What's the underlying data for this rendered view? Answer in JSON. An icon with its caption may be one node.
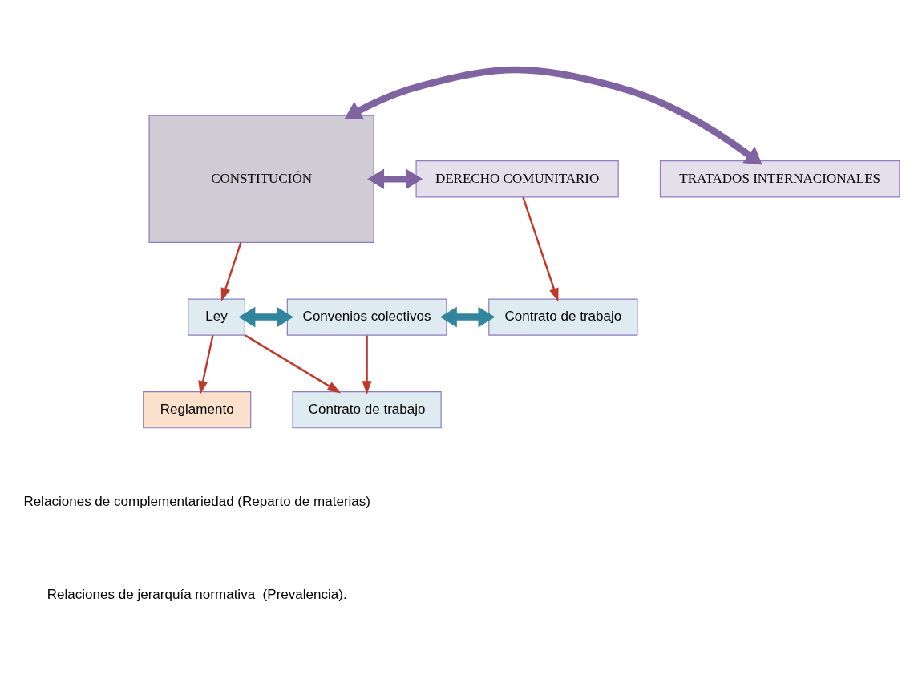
{
  "diagram": {
    "nodes": [
      {
        "text": [
          "CONSTITUCIÓN"
        ]
      },
      {
        "text": [
          "TRATADOS INTERNACIONALES"
        ]
      },
      {
        "text": [
          "DERECHO COMUNITARIO"
        ]
      },
      {
        "text": [
          "Ley"
        ]
      },
      {
        "text": [
          "Convenios colectivos"
        ]
      },
      {
        "text": [
          "Contrato de trabajo"
        ]
      },
      {
        "text": [
          "Reglamento"
        ]
      },
      {
        "text": [
          "Contrato de trabajo"
        ]
      }
    ],
    "edges": [
      {
        "from": 0,
        "to": 1,
        "arrow": "both",
        "style": "thick",
        "color": "#8064a2"
      },
      {
        "from": 0,
        "to": 2,
        "arrow": "both",
        "style": "thick",
        "color": "#8064a2"
      },
      {
        "from": 2,
        "to": 5,
        "arrow": "to"
      },
      {
        "from": 0,
        "to": 3,
        "arrow": "to"
      },
      {
        "from": 3,
        "to": 4,
        "arrow": "both",
        "style": "thick",
        "color": "#31859c"
      },
      {
        "from": 4,
        "to": 5,
        "arrow": "both",
        "style": "thick",
        "color": "#31859c"
      },
      {
        "from": 3,
        "to": 6,
        "arrow": "to"
      },
      {
        "from": 3,
        "to": 7,
        "arrow": "to"
      },
      {
        "from": 4,
        "to": 7,
        "arrow": "to"
      }
    ],
    "legend": [
      {
        "text": "Relaciones de complementariedad (Reparto de materias)"
      },
      {
        "text": "Relaciones de jerarquía normativa  (Prevalencia)."
      }
    ]
  }
}
